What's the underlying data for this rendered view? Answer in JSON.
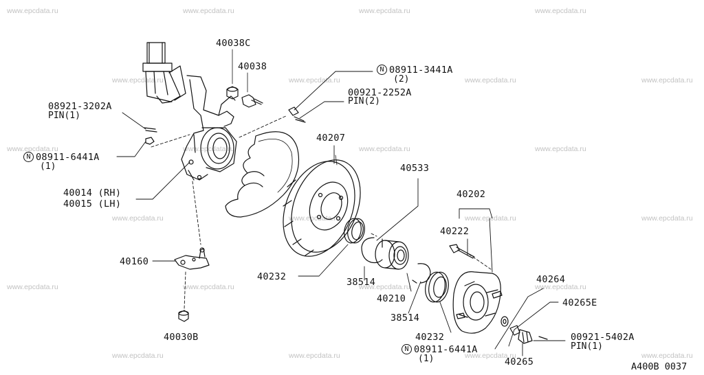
{
  "watermark": "www.epcdata.ru",
  "diagram_code": "A400B 0037",
  "n_marker": "N",
  "labels": {
    "p40038C": "40038C",
    "p40038": "40038",
    "p08921_3202A": "08921-3202A",
    "p08921_3202A_pin": "PIN(1)",
    "p08911_6441A_left": "08911-6441A",
    "p08911_6441A_left_qty": "(1)",
    "p40014": "40014 (RH)",
    "p40015": "40015 (LH)",
    "p40160": "40160",
    "p40030B": "40030B",
    "p08911_3441A": "08911-3441A",
    "p08911_3441A_qty": "(2)",
    "p00921_2252A": "00921-2252A",
    "p00921_2252A_pin": "PIN(2)",
    "p40207": "40207",
    "p40533": "40533",
    "p40232_left": "40232",
    "p38514_a": "38514",
    "p40210": "40210",
    "p38514_b": "38514",
    "p40232_right": "40232",
    "p08911_6441A_bottom": "08911-6441A",
    "p08911_6441A_bottom_qty": "(1)",
    "p40202": "40202",
    "p40222": "40222",
    "p40264": "40264",
    "p40265E": "40265E",
    "p00921_5402A": "00921-5402A",
    "p00921_5402A_pin": "PIN(1)",
    "p40265": "40265"
  }
}
